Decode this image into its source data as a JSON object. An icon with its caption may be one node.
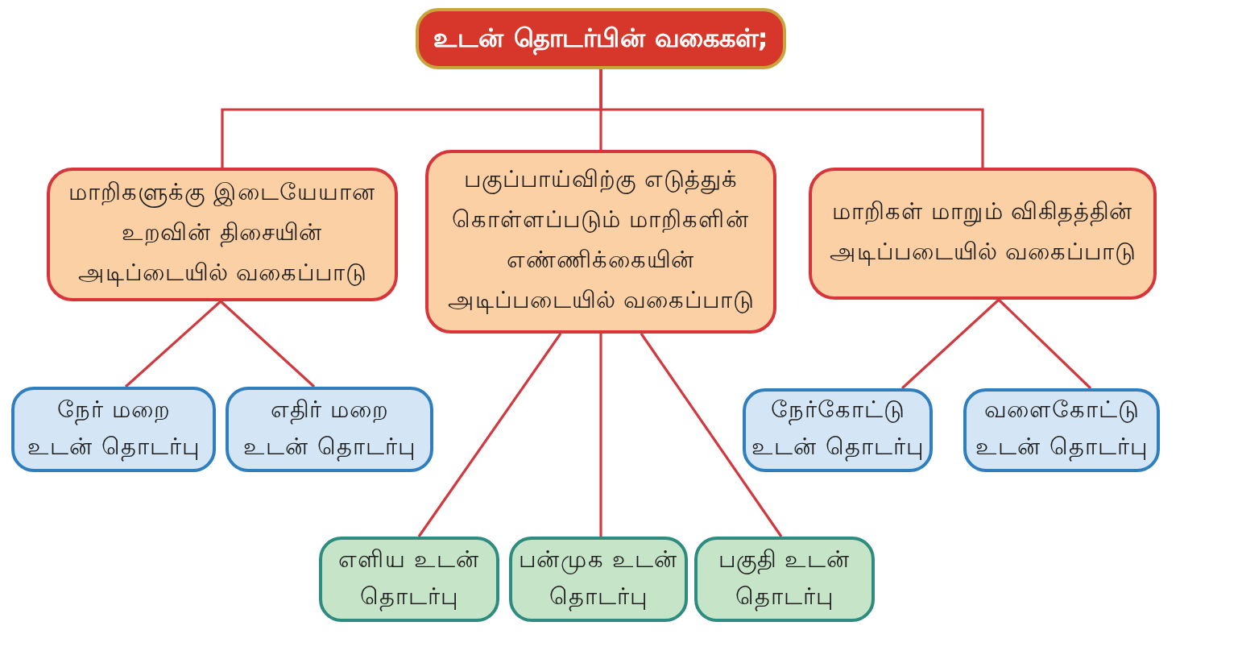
{
  "diagram": {
    "nodes": [
      {
        "text": [
          "உடன் தொடர்பின் வகைகள்;"
        ]
      },
      {
        "text": [
          "மாறிகளுக்கு இடையேயான உறவின் திசையின் அடிப்டையில் வகைப்பாடு"
        ]
      },
      {
        "text": [
          "பகுப்பாய்விற்கு எடுத்துக் கொள்ளப்படும் மாறிகளின் எண்ணிக்கையின் அடிப்படையில் வகைப்பாடு"
        ]
      },
      {
        "text": [
          "மாறிகள் மாறும் விகிதத்தின் அடிப்படையில் வகைப்பாடு"
        ]
      },
      {
        "text": [
          "நேர் மறை உடன் தொடர்பு"
        ]
      },
      {
        "text": [
          "எதிர் மறை உடன் தொடர்பு"
        ]
      },
      {
        "text": [
          "நேர்கோட்டு உடன் தொடர்பு"
        ]
      },
      {
        "text": [
          "வளைகோட்டு உடன் தொடர்பு"
        ]
      },
      {
        "text": [
          "எளிய உடன் தொடர்பு"
        ]
      },
      {
        "text": [
          "பன்முக உடன் தொடர்பு"
        ]
      },
      {
        "text": [
          "பகுதி உடன் தொடர்பு"
        ]
      }
    ],
    "edges": [
      {
        "from": 0,
        "to": 1,
        "arrow": "none"
      },
      {
        "from": 0,
        "to": 2,
        "arrow": "none"
      },
      {
        "from": 0,
        "to": 3,
        "arrow": "none"
      },
      {
        "from": 1,
        "to": 4,
        "arrow": "none"
      },
      {
        "from": 1,
        "to": 5,
        "arrow": "none"
      },
      {
        "from": 2,
        "to": 8,
        "arrow": "none"
      },
      {
        "from": 2,
        "to": 9,
        "arrow": "none"
      },
      {
        "from": 2,
        "to": 10,
        "arrow": "none"
      },
      {
        "from": 3,
        "to": 6,
        "arrow": "none"
      },
      {
        "from": 3,
        "to": 7,
        "arrow": "none"
      }
    ]
  }
}
